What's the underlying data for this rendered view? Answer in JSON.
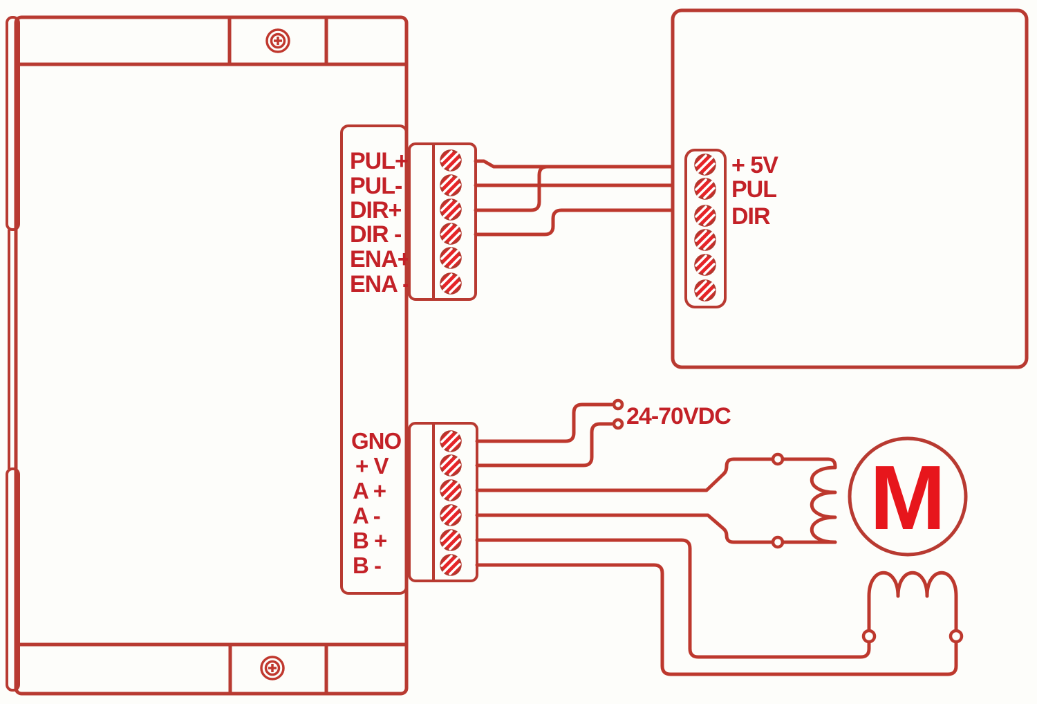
{
  "colors": {
    "line_red": "#bd382d",
    "outline_red": "#b83a31",
    "screw_fill_red": "#e62428",
    "text_red": "#c32127",
    "motor_red": "#e7161c",
    "background": "#fdfdfa"
  },
  "driver": {
    "signal_terminals": [
      "PUL+",
      "PUL-",
      "DIR+",
      "DIR -",
      "ENA+",
      "ENA -"
    ],
    "power_terminals": [
      "GNO",
      "+ V",
      "A +",
      "A -",
      "B +",
      "B -"
    ]
  },
  "controller": {
    "terminals": [
      "+ 5V",
      "PUL",
      "DIR"
    ]
  },
  "power_supply": {
    "label": "24-70VDC"
  },
  "motor": {
    "label": "M"
  }
}
